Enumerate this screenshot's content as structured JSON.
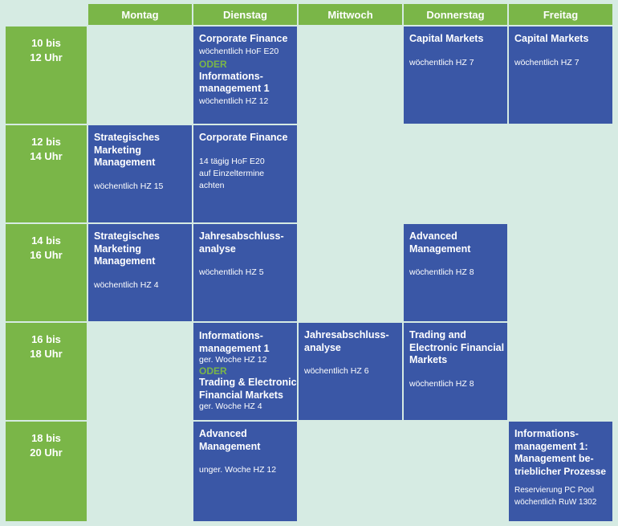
{
  "days": [
    "Montag",
    "Dienstag",
    "Mittwoch",
    "Donnerstag",
    "Freitag"
  ],
  "times": [
    {
      "from": "10 bis",
      "to": "12 Uhr"
    },
    {
      "from": "12 bis",
      "to": "14 Uhr"
    },
    {
      "from": "14 bis",
      "to": "16 Uhr"
    },
    {
      "from": "16 bis",
      "to": "18 Uhr"
    },
    {
      "from": "18 bis",
      "to": "20 Uhr"
    }
  ],
  "courses": {
    "di_10": {
      "title1": "Corporate Finance",
      "sub1": "wöchentlich HoF E20",
      "oder": "ODER",
      "title2a": "Informations-",
      "title2b": "management 1",
      "sub2": "wöchentlich HZ 12"
    },
    "do_10": {
      "title": "Capital Markets",
      "sub": "wöchentlich HZ 7"
    },
    "fr_10": {
      "title": "Capital Markets",
      "sub": "wöchentlich HZ 7"
    },
    "mo_12": {
      "t1": "Strategisches",
      "t2": "Marketing",
      "t3": "Management",
      "sub": "wöchentlich HZ 15"
    },
    "di_12": {
      "title": "Corporate Finance",
      "s1": "14 tägig HoF E20",
      "s2": "auf Einzeltermine",
      "s3": "achten"
    },
    "mo_14": {
      "t1": "Strategisches",
      "t2": "Marketing",
      "t3": "Management",
      "sub": "wöchentlich HZ 4"
    },
    "di_14": {
      "t1": "Jahresabschluss-",
      "t2": "analyse",
      "sub": "wöchentlich HZ 5"
    },
    "do_14": {
      "t1": "Advanced",
      "t2": "Management",
      "sub": "wöchentlich HZ 8"
    },
    "di_16": {
      "t1": "Informations-",
      "t2": "management 1",
      "s1": "ger. Woche HZ 12",
      "oder": "ODER",
      "t3": "Trading & Electronic",
      "t4": "Financial Markets",
      "s2": "ger. Woche HZ 4"
    },
    "mi_16": {
      "t1": "Jahresabschluss-",
      "t2": "analyse",
      "sub": "wöchentlich HZ 6"
    },
    "do_16": {
      "t1": "Trading and",
      "t2": "Electronic Financial",
      "t3": "Markets",
      "sub": "wöchentlich HZ 8"
    },
    "di_18": {
      "t1": "Advanced",
      "t2": "Management",
      "sub": "unger. Woche HZ 12"
    },
    "fr_18": {
      "t1": "Informations-",
      "t2": "management 1:",
      "t3": "Management be-",
      "t4": "trieblicher Prozesse",
      "s1": "Reservierung PC Pool",
      "s2": "wöchentlich RuW 1302"
    }
  }
}
